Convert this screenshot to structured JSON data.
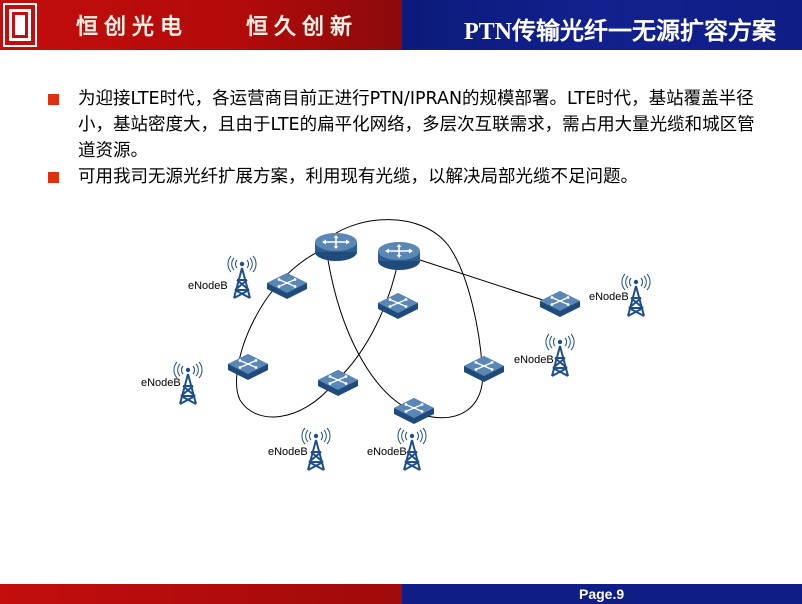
{
  "header": {
    "slogan_left": "恒创光电",
    "slogan_right": "恒久创新",
    "title": "PTN传输光纤一无源扩容方案"
  },
  "bullets": [
    "为迎接LTE时代，各运营商目前正进行PTN/IPRAN的规模部署。LTE时代，基站覆盖半径小，基站密度大，且由于LTE的扁平化网络，多层次互联需求，需占用大量光缆和城区管道资源。",
    "可用我司无源光纤扩展方案，利用现有光缆，以解决局部光缆不足问题。"
  ],
  "diagram": {
    "enodeb_label": "eNodeB"
  },
  "footer": {
    "page": "Page.9"
  },
  "colors": {
    "header_red": "#c40d0d",
    "header_blue": "#12218f",
    "bullet_marker": "#e03010",
    "device_blue": "#2e5f93",
    "tower_blue": "#1f4e8c"
  }
}
